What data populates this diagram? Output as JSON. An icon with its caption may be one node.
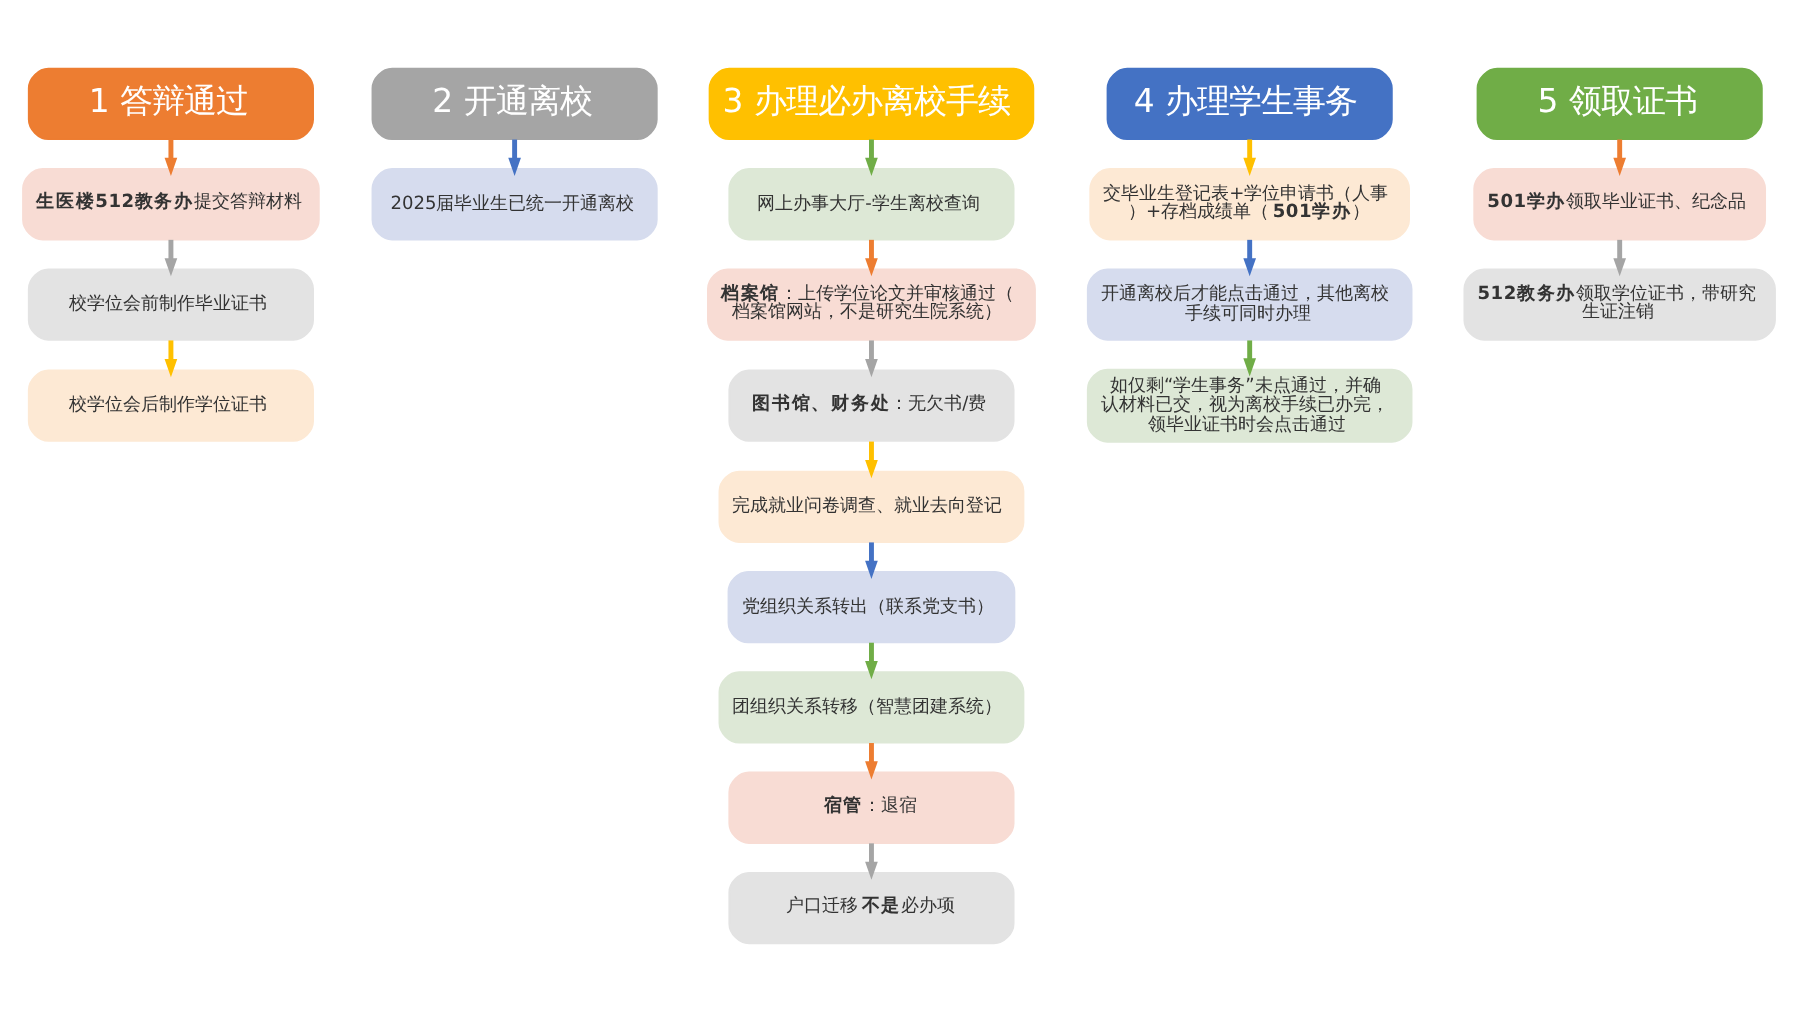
{
  "diagram": {
    "nodes": [
      {
        "text": [
          "1 答辩通过"
        ]
      },
      {
        "text": [
          "**生医楼512教务办**提交答辩材料"
        ]
      },
      {
        "text": [
          "校学位会前制作毕业证书"
        ]
      },
      {
        "text": [
          "校学位会后制作学位证书"
        ]
      },
      {
        "text": [
          "2 开通离校"
        ]
      },
      {
        "text": [
          "2025届毕业生已统一开通离校"
        ]
      },
      {
        "text": [
          "3 办理必办离校手续"
        ]
      },
      {
        "text": [
          "网上办事大厅-学生离校查询"
        ]
      },
      {
        "text": [
          "**档案馆**：上传学位论文并审核通过（档案馆网站，不是研究生院系统）"
        ]
      },
      {
        "text": [
          "**图书馆、财务处**：无欠书/费"
        ]
      },
      {
        "text": [
          "完成就业问卷调查、就业去向登记"
        ]
      },
      {
        "text": [
          "党组织关系转出（联系党支书）"
        ]
      },
      {
        "text": [
          "团组织关系转移（智慧团建系统）"
        ]
      },
      {
        "text": [
          "**宿管**：退宿"
        ]
      },
      {
        "text": [
          "户口迁移**不是**必办项"
        ]
      },
      {
        "text": [
          "4 办理学生事务"
        ]
      },
      {
        "text": [
          "交毕业生登记表+学位申请书（人事）+存档成绩单（**501学办**）"
        ]
      },
      {
        "text": [
          "开通离校后才能点击通过，其他离校手续可同时办理"
        ]
      },
      {
        "text": [
          "如仅剩“学生事务”未点通过，并确认材料已交，视为离校手续已办完，领毕业证书时会点击通过"
        ]
      },
      {
        "text": [
          "5 领取证书"
        ]
      },
      {
        "text": [
          "**501学办**领取毕业证书、纪念品"
        ]
      },
      {
        "text": [
          "**512教务办**领取学位证书，带研究生证注销"
        ]
      }
    ],
    "edges": [
      {
        "from": 0,
        "to": 1,
        "arrow": "to",
        "color": "#ed7d31"
      },
      {
        "from": 1,
        "to": 2,
        "arrow": "to",
        "color": "#a5a5a5"
      },
      {
        "from": 2,
        "to": 3,
        "arrow": "to",
        "color": "#ffc000"
      },
      {
        "from": 4,
        "to": 5,
        "arrow": "to",
        "color": "#4472c4"
      },
      {
        "from": 6,
        "to": 7,
        "arrow": "to",
        "color": "#70ad47"
      },
      {
        "from": 7,
        "to": 8,
        "arrow": "to",
        "color": "#ed7d31"
      },
      {
        "from": 8,
        "to": 9,
        "arrow": "to",
        "color": "#a5a5a5"
      },
      {
        "from": 9,
        "to": 10,
        "arrow": "to",
        "color": "#ffc000"
      },
      {
        "from": 10,
        "to": 11,
        "arrow": "to",
        "color": "#4472c4"
      },
      {
        "from": 11,
        "to": 12,
        "arrow": "to",
        "color": "#70ad47"
      },
      {
        "from": 12,
        "to": 13,
        "arrow": "to",
        "color": "#ed7d31"
      },
      {
        "from": 13,
        "to": 14,
        "arrow": "to",
        "color": "#a5a5a5"
      },
      {
        "from": 15,
        "to": 16,
        "arrow": "to",
        "color": "#ffc000"
      },
      {
        "from": 16,
        "to": 17,
        "arrow": "to",
        "color": "#4472c4"
      },
      {
        "from": 17,
        "to": 18,
        "arrow": "to",
        "color": "#70ad47"
      },
      {
        "from": 19,
        "to": 20,
        "arrow": "to",
        "color": "#ed7d31"
      },
      {
        "from": 20,
        "to": 21,
        "arrow": "to",
        "color": "#a5a5a5"
      }
    ]
  }
}
